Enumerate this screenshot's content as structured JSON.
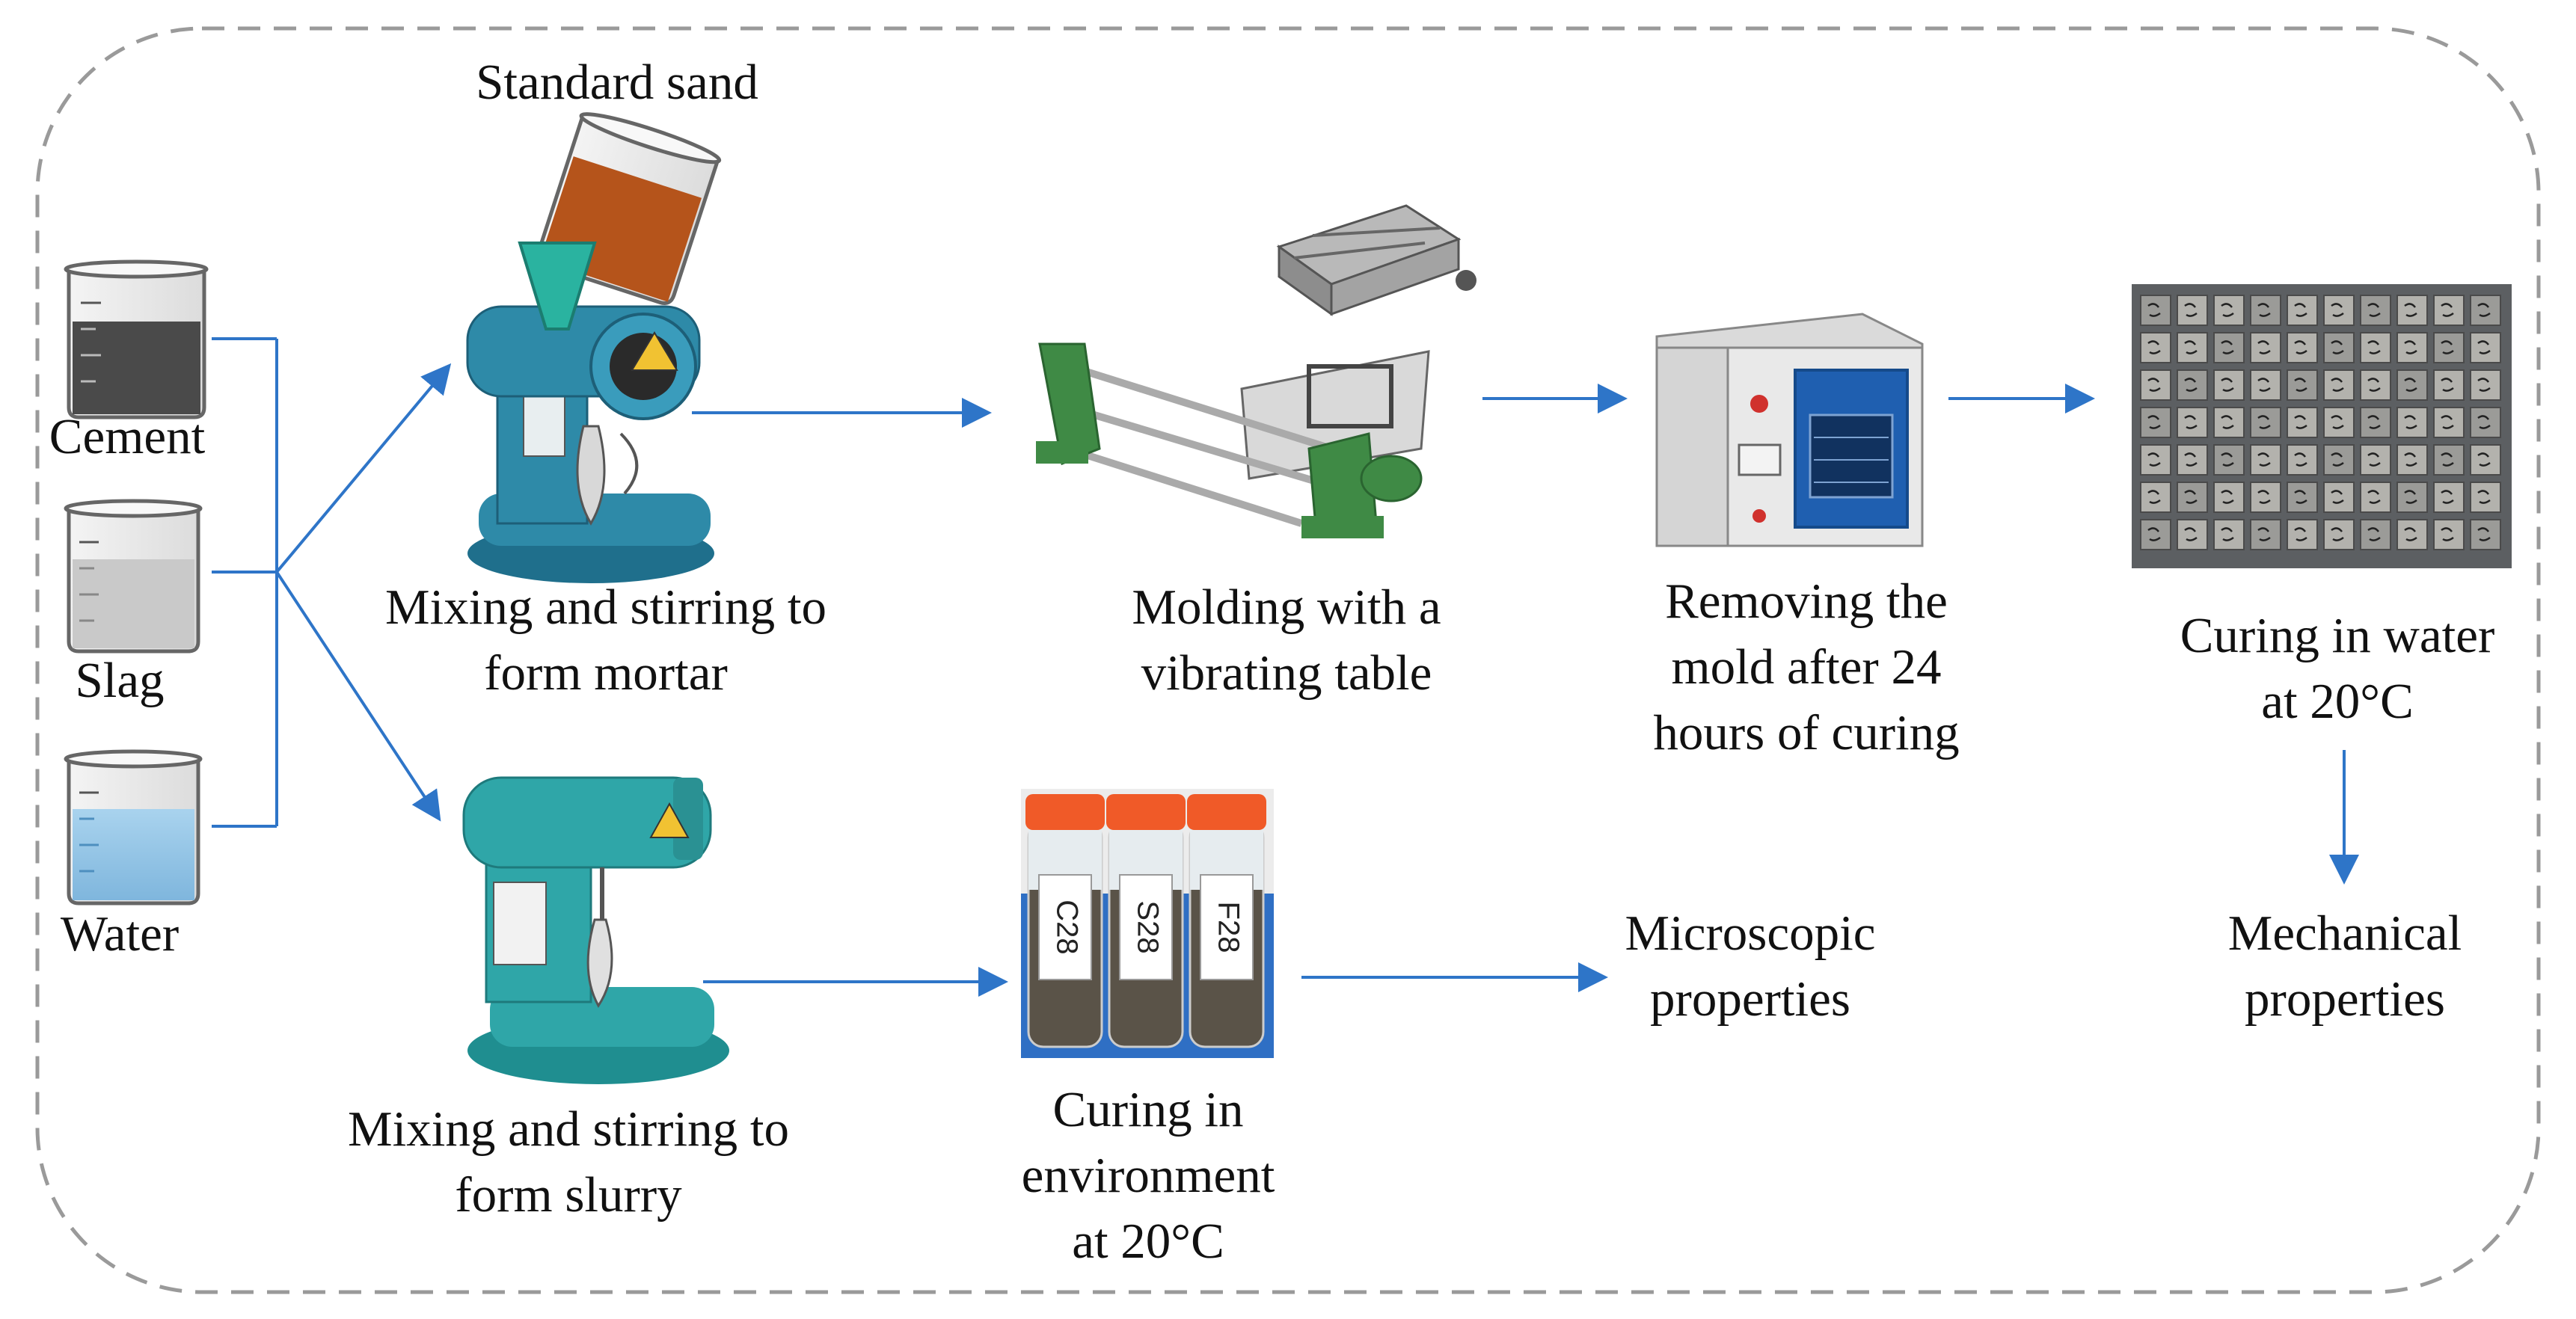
{
  "materials": {
    "cement": "Cement",
    "slag": "Slag",
    "water": "Water",
    "standard_sand": "Standard sand"
  },
  "steps": {
    "mortar_mixing": [
      "Mixing and stirring to",
      "form mortar"
    ],
    "slurry_mixing": [
      "Mixing and stirring to",
      "form slurry"
    ],
    "vibrating_table": [
      "Molding with a",
      "vibrating table"
    ],
    "remove_mold": [
      "Removing the",
      "mold after 24",
      "hours of curing"
    ],
    "water_curing": [
      "Curing in water",
      "at 20°C"
    ],
    "env_curing": [
      "Curing in",
      "environment",
      "at 20°C"
    ]
  },
  "outcomes": {
    "microscopic": [
      "Microscopic",
      "properties"
    ],
    "mechanical": [
      "Mechanical",
      "properties"
    ]
  },
  "tube_labels": [
    "C28",
    "S28",
    "F28"
  ],
  "colors": {
    "arrow": "#2e75c8",
    "border": "#9a9a9a",
    "mixer_blue": "#2e8aa8",
    "mixer_teal": "#2fa6a8",
    "table_green": "#3f8a45",
    "oven_blue": "#1f5fb0",
    "sand": "#b5541b",
    "tube_cap": "#f05a28"
  }
}
